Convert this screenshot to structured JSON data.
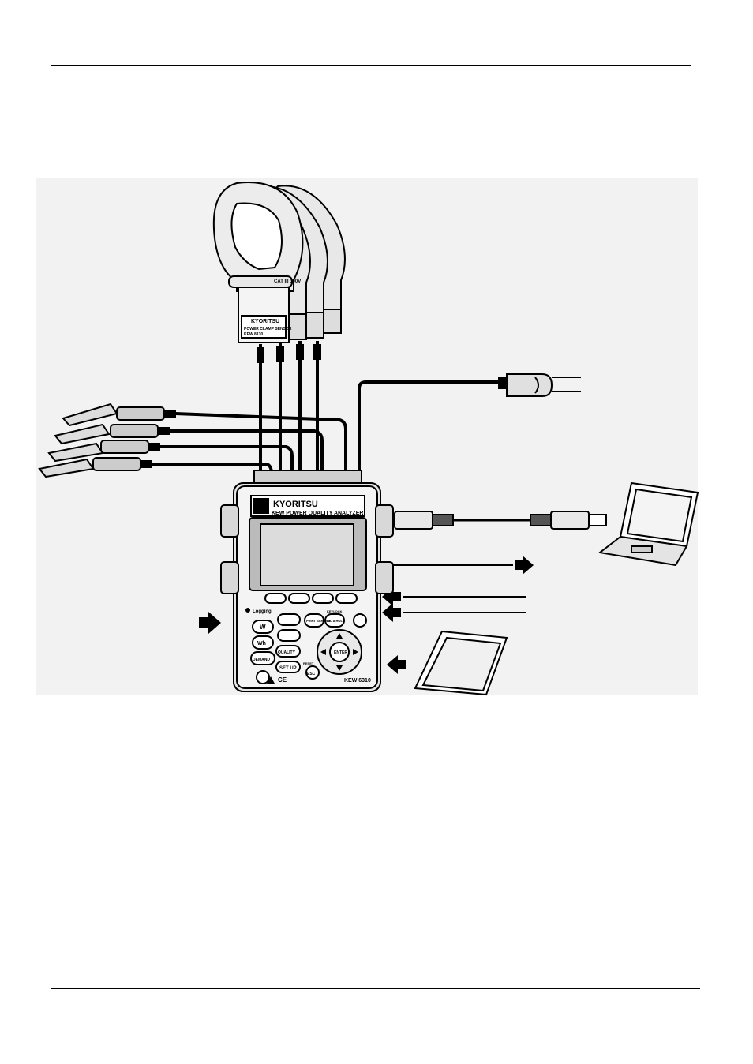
{
  "device": {
    "brand": "KYORITSU",
    "model_title": "KEW POWER QUALITY ANALYZER",
    "model_number": "KEW 6310",
    "ce_mark": "CE",
    "buttons": {
      "logging": "Logging",
      "w": "W",
      "wh": "Wh",
      "demand": "DEMAND",
      "quality": "QUALITY",
      "setup": "SET UP",
      "print_screen": "PRINT SCREEN",
      "data_hold": "DATA HOLD",
      "keylock": "KEYLOCK",
      "enter": "ENTER",
      "esc": "ESC",
      "reset": "RESET"
    }
  },
  "clamp_sensor": {
    "brand": "KYORITSU",
    "cat_label": "CAT III 300V",
    "label_line1": "POWER CLAMP SENSOR",
    "label_line2": "KEW 8130"
  },
  "colors": {
    "line": "#000000",
    "background": "#ffffff",
    "device_body": "#e6e6e6",
    "screen": "#dcdcdc"
  },
  "icons": [
    "clamp-sensor-icon",
    "voltage-probe-icon",
    "power-plug-icon",
    "usb-cable-icon",
    "laptop-icon",
    "sd-card-icon",
    "arrow-icon"
  ]
}
